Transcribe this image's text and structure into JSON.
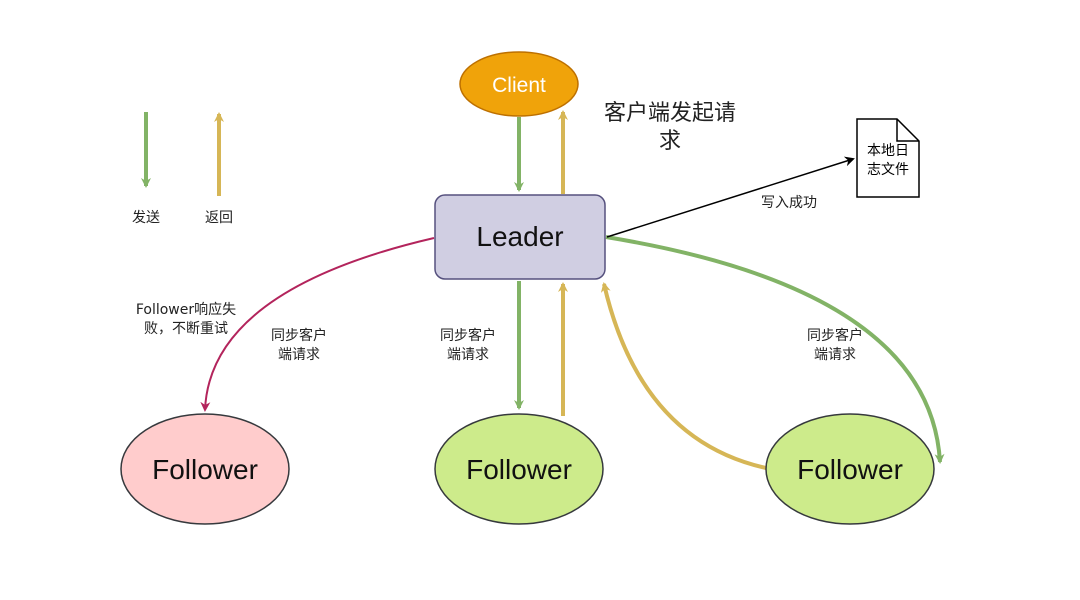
{
  "colors": {
    "send": "#82b366",
    "return": "#d6b656",
    "fail": "#b3245c",
    "client_fill": "#f0a30a",
    "client_stroke": "#bd7000",
    "leader_fill": "#d0cee2",
    "leader_stroke": "#56517e",
    "follower_fail_fill": "#ffcccc",
    "follower_ok_fill": "#cdeb8b",
    "follower_stroke": "#36393d",
    "file_stroke": "#000000"
  },
  "legend": {
    "send_label": "发送",
    "return_label": "返回"
  },
  "nodes": {
    "client": "Client",
    "leader": "Leader",
    "follower_left": "Follower",
    "follower_middle": "Follower",
    "follower_right": "Follower",
    "log_file_line1": "本地日",
    "log_file_line2": "志文件"
  },
  "labels": {
    "client_request_line1": "客户端发起请",
    "client_request_line2": "求",
    "write_success": "写入成功",
    "failure_line1": "Follower响应失",
    "failure_line2": "败，不断重试",
    "sync_left_line1": "同步客户",
    "sync_left_line2": "端请求",
    "sync_middle_line1": "同步客户",
    "sync_middle_line2": "端请求",
    "sync_right_line1": "同步客户",
    "sync_right_line2": "端请求"
  }
}
